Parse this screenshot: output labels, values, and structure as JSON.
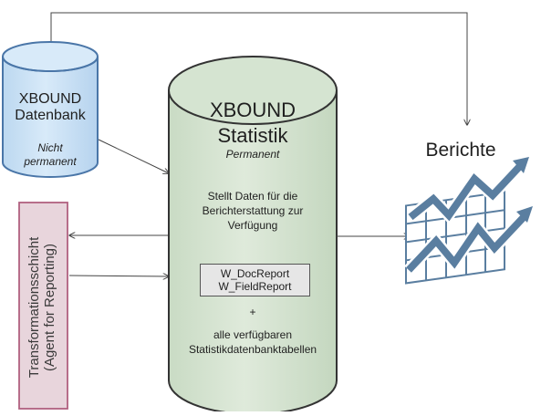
{
  "xbound_db": {
    "title_line1": "XBOUND",
    "title_line2": "Datenbank",
    "sub_line1": "Nicht",
    "sub_line2": "permanent",
    "fill": "#cce4f7",
    "stroke": "#4a76a8"
  },
  "statistik": {
    "title_line1": "XBOUND",
    "title_line2": "Statistik",
    "sub": "Permanent",
    "desc_line1": "Stellt Daten für die",
    "desc_line2": "Berichterstattung zur",
    "desc_line3": "Verfügung",
    "report_line1": "W_DocReport",
    "report_line2": "W_FieldReport",
    "plus": "+",
    "tables_line1": "alle verfügbaren",
    "tables_line2": "Statistikdatenbanktabellen",
    "fill": "#d5e4d1",
    "stroke": "#333333"
  },
  "transformation": {
    "line1": "Transformationsschicht",
    "line2": "(Agent for Reporting)",
    "fill": "#e8d5dc",
    "stroke": "#b06080"
  },
  "berichte": {
    "label": "Berichte",
    "icon": "chart-report-icon",
    "color": "#5a7ea0"
  }
}
